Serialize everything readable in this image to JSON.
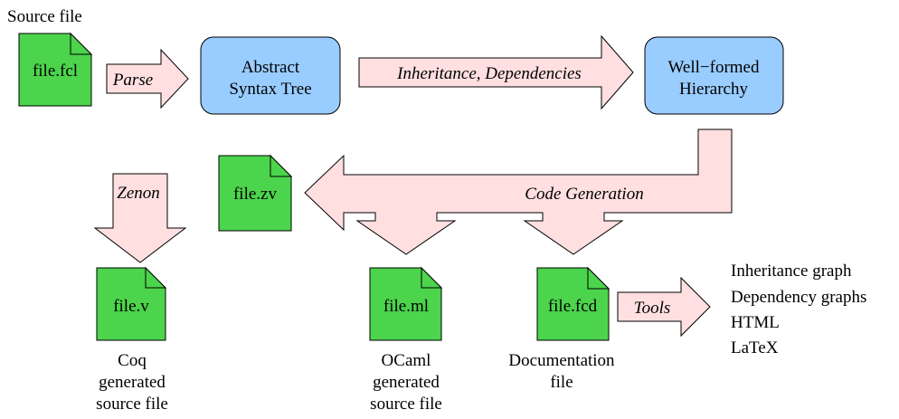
{
  "labels": {
    "source_file": "Source file",
    "abstract_syntax_tree": [
      "Abstract",
      "Syntax Tree"
    ],
    "well_formed_hierarchy": [
      "Well−formed",
      "Hierarchy"
    ],
    "coq_caption": [
      "Coq",
      "generated",
      "source file"
    ],
    "ocaml_caption": [
      "OCaml",
      "generated",
      "source file"
    ],
    "documentation_caption": [
      "Documentation",
      "file"
    ]
  },
  "files": {
    "fcl": "file.fcl",
    "zv": "file.zv",
    "v": "file.v",
    "ml": "file.ml",
    "fcd": "file.fcd"
  },
  "arrows": {
    "parse": "Parse",
    "inheritance": "Inheritance, Dependencies",
    "code_generation": "Code Generation",
    "zenon": "Zenon",
    "tools": "Tools"
  },
  "tool_outputs": [
    "Inheritance graph",
    "Dependency graphs",
    "HTML",
    "LaTeX"
  ],
  "colors": {
    "file_green": "#4cd44c",
    "box_blue": "#99ccff",
    "arrow_pink": "#ffdfe0"
  }
}
